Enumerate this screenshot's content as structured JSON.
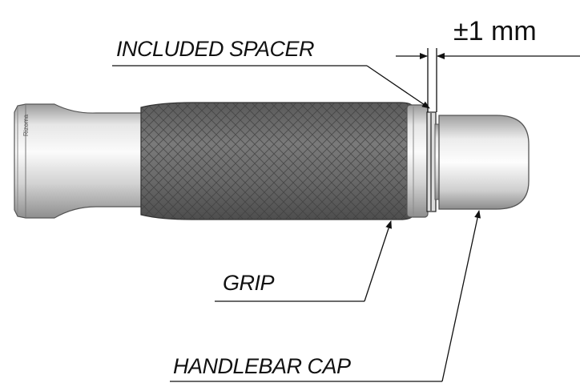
{
  "labels": {
    "spacer": "INCLUDED SPACER",
    "grip": "GRIP",
    "cap": "HANDLEBAR CAP",
    "tolerance": "±1 mm"
  },
  "brand_mark": "Rizoma",
  "colors": {
    "line": "#111111",
    "grip_rubber": "#6b6b6b",
    "metal_light": "#f2f2f2",
    "metal_dark": "#8a8a8a"
  }
}
